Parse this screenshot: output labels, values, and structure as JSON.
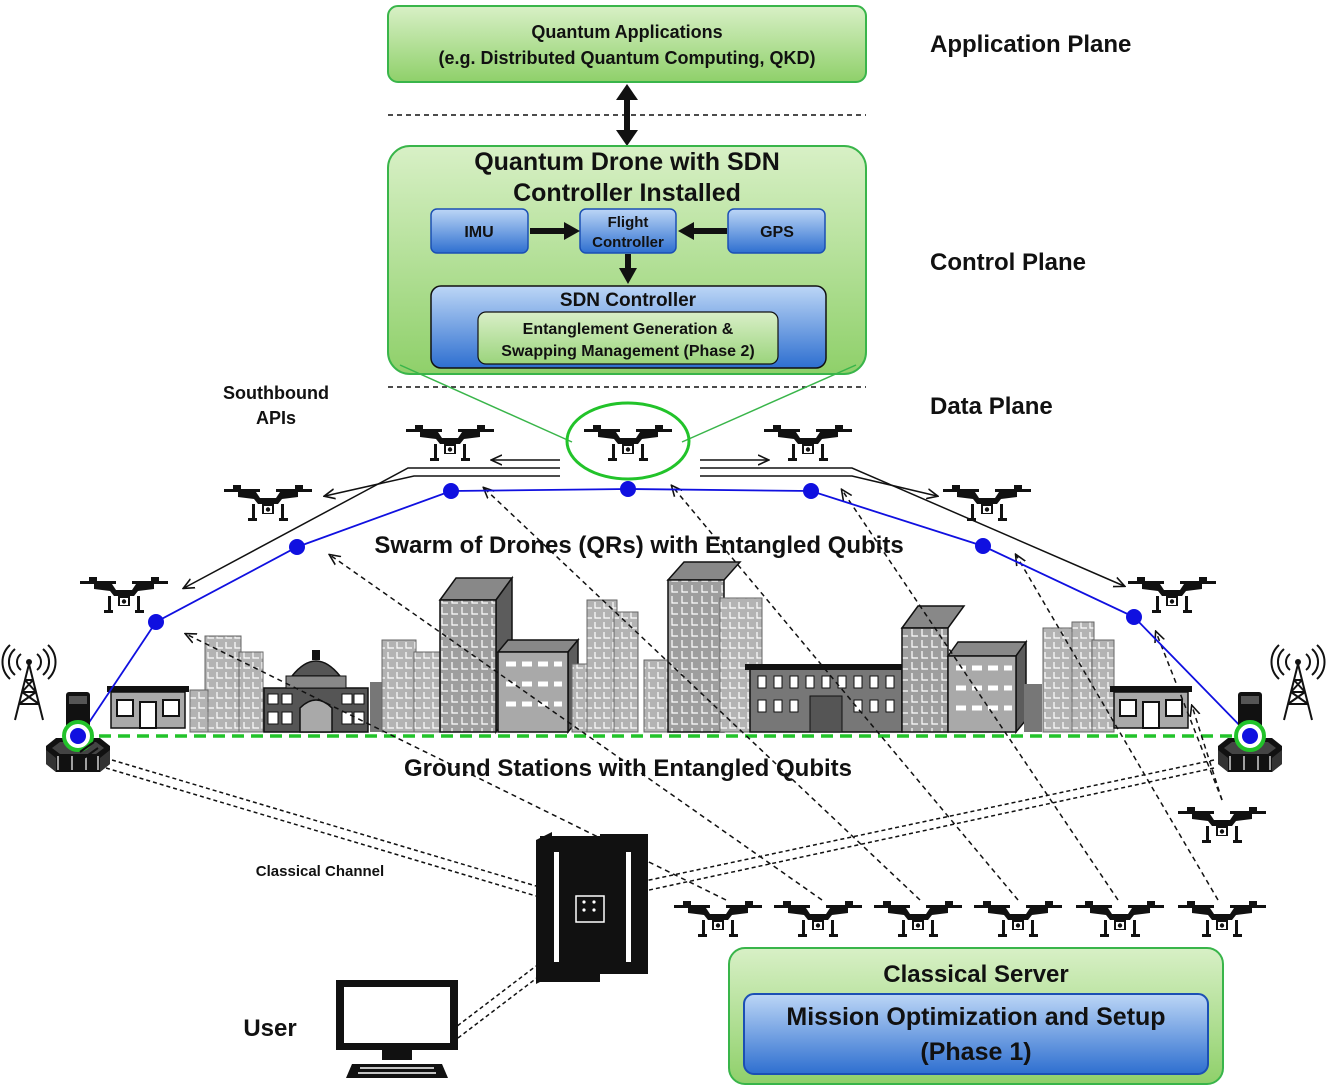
{
  "planes": {
    "application": "Application Plane",
    "control": "Control Plane",
    "data": "Data Plane"
  },
  "app_box": {
    "line1": "Quantum Applications",
    "line2": "(e.g. Distributed Quantum Computing, QKD)"
  },
  "drone_box": {
    "line1": "Quantum Drone with SDN",
    "line2": "Controller Installed",
    "imu": "IMU",
    "gps": "GPS",
    "flight_controller_1": "Flight",
    "flight_controller_2": "Controller",
    "sdn_controller": "SDN Controller",
    "ent_line1": "Entanglement Generation &",
    "ent_line2": "Swapping Management (Phase 2)"
  },
  "labels": {
    "southbound_1": "Southbound",
    "southbound_2": "APIs",
    "swarm": "Swarm of Drones (QRs) with Entangled Qubits",
    "ground": "Ground Stations with Entangled Qubits",
    "classical_channel": "Classical Channel",
    "user": "User"
  },
  "server_box": {
    "title": "Classical Server",
    "inner_line1": "Mission Optimization and Setup",
    "inner_line2": "(Phase 1)"
  },
  "colors": {
    "green_fill": "#a9dc8e",
    "green_stroke": "#39b54a",
    "blue_fill": "#4f8fe0",
    "blue_dark": "#1b4fb4",
    "node_blue": "#1010e0",
    "entangle_green": "#22c32a",
    "building_gray": "#a9a9a9"
  }
}
